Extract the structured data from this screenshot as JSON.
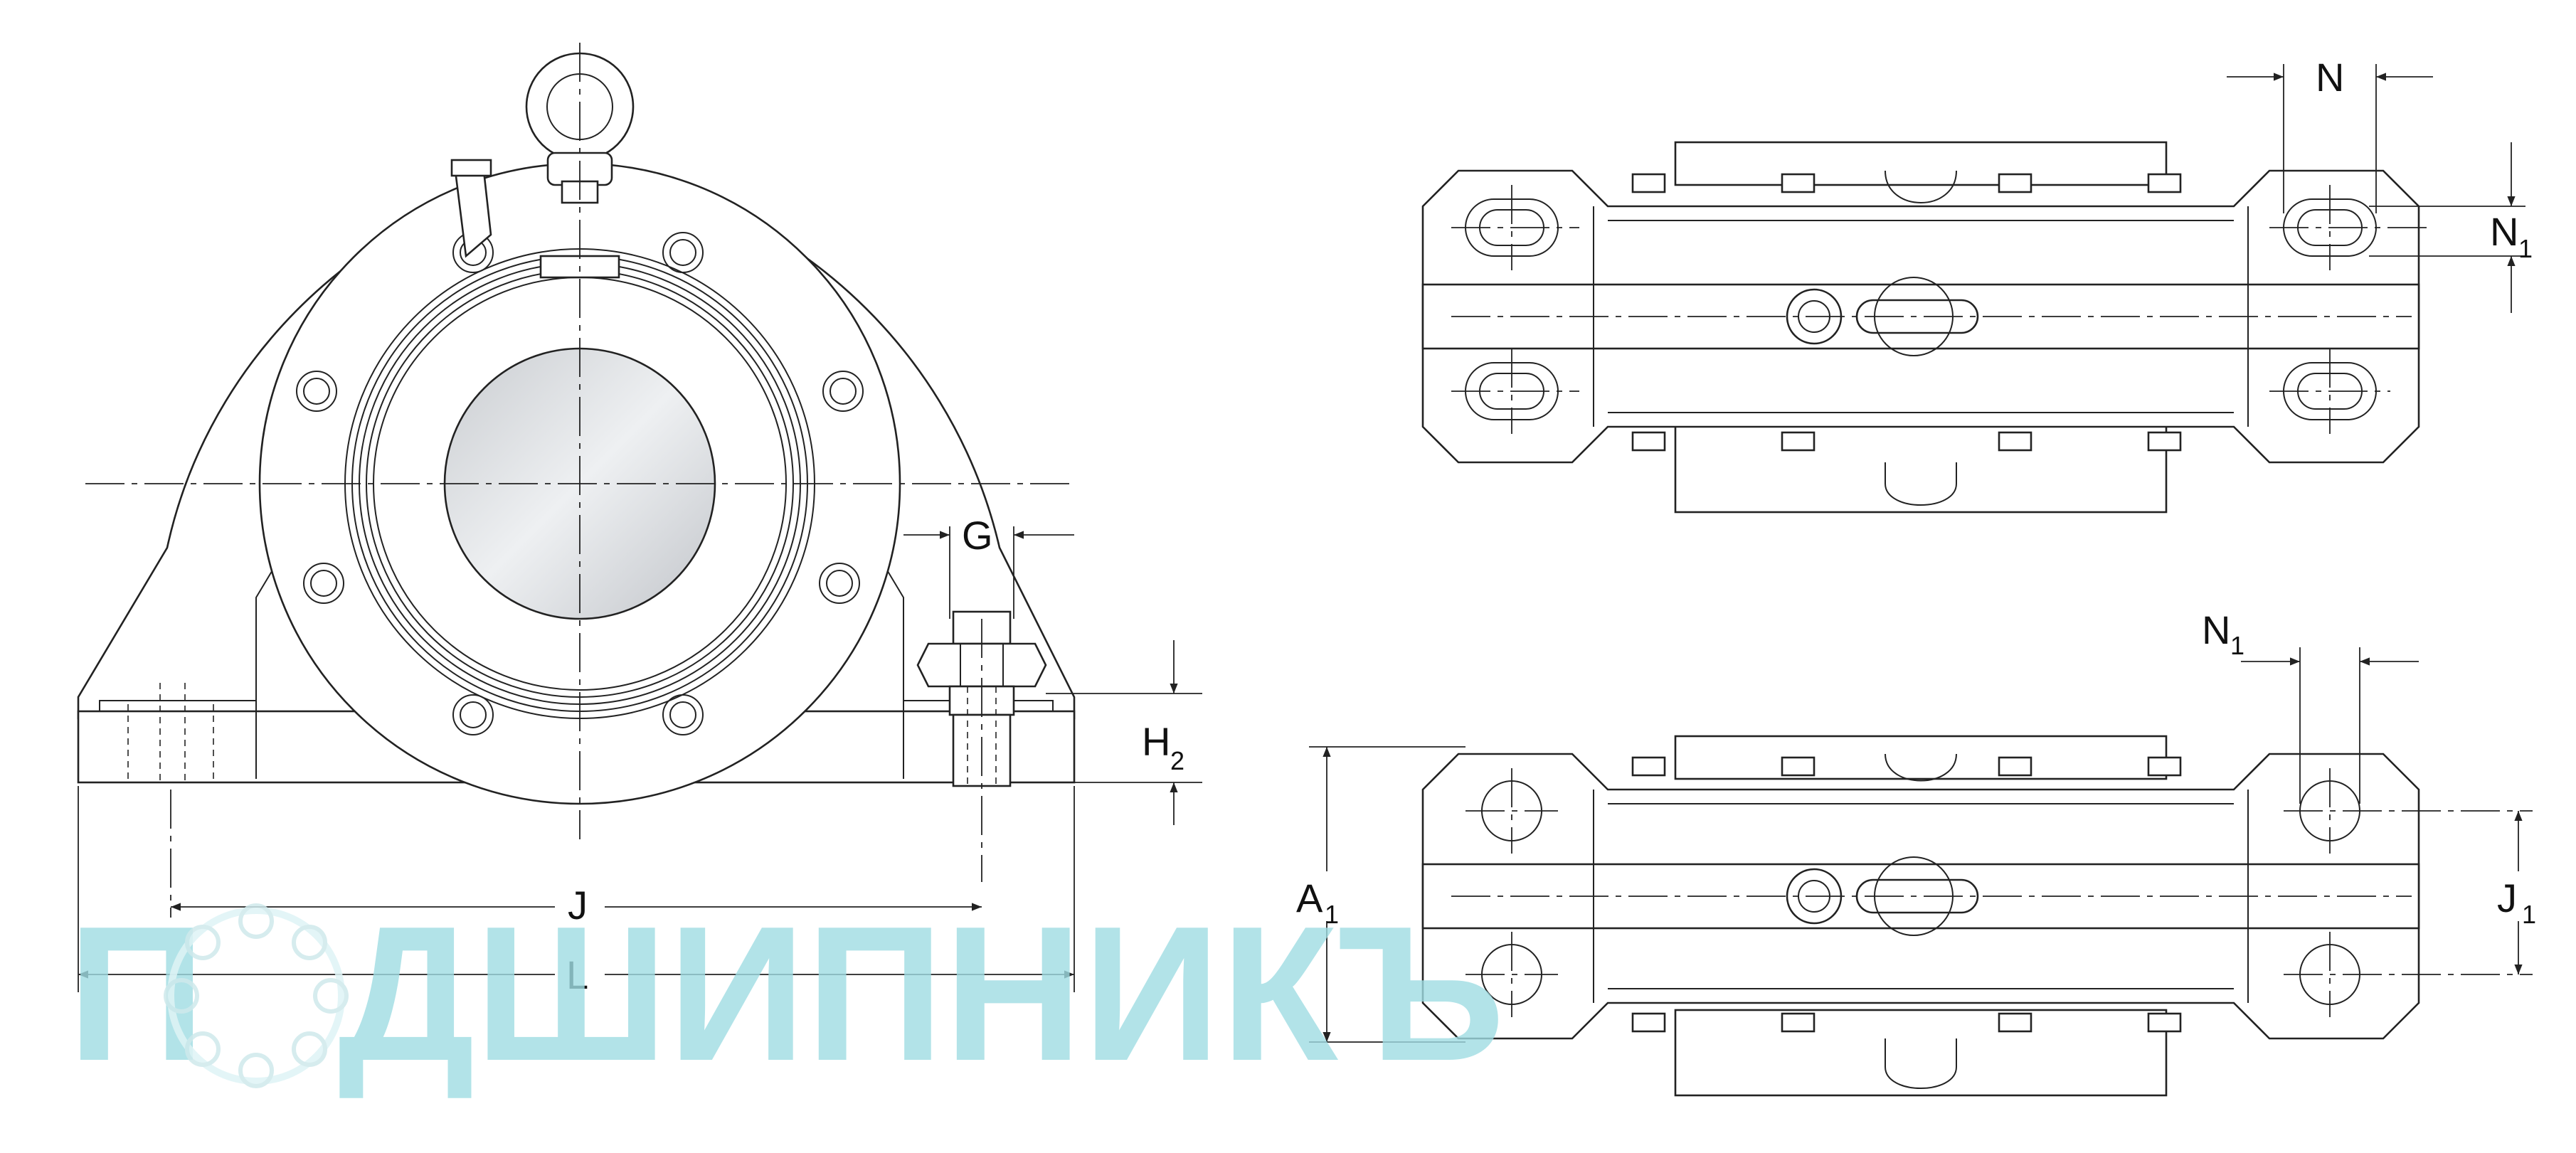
{
  "labels": {
    "G": "G",
    "H": "H",
    "H_sub": "2",
    "J": "J",
    "L": "L",
    "N": "N",
    "N1_top": "N",
    "N1_top_sub": "1",
    "N1_bottom": "N",
    "N1_bottom_sub": "1",
    "A": "A",
    "A_sub": "1",
    "J1": "J",
    "J1_sub": "1"
  },
  "watermark": {
    "first_letter": "П",
    "rest": "ДШИПНИКЪ"
  },
  "colors": {
    "line": "#222222",
    "shaft": "#d8dadd",
    "watermark": "#9fdde3"
  }
}
